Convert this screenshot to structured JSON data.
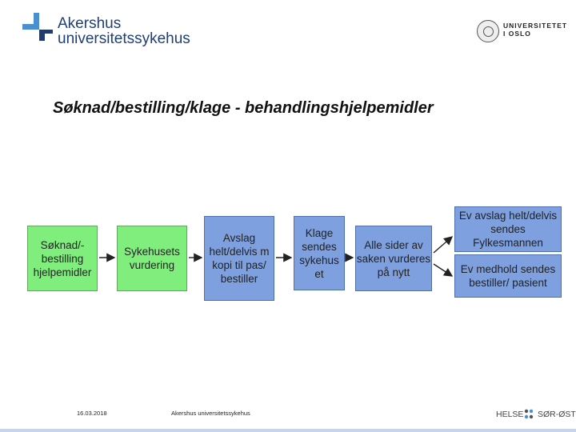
{
  "header": {
    "logo_line1": "Akershus",
    "logo_line2": "universitetssykehus",
    "uio_line1": "UNIVERSITETET",
    "uio_line2": "I OSLO"
  },
  "slide": {
    "title": "Søknad/bestilling/klage - behandlingshjelpemidler"
  },
  "flow": {
    "step1": "Søknad/-bestilling hjelpemidler",
    "step2": "Sykehusets vurdering",
    "step3": "Avslag helt/delvis m kopi til pas/ bestiller",
    "step4": "Klage sendes sykehus et",
    "step5": "Alle sider av saken vurderes på nytt",
    "step6a": "Ev avslag helt/delvis sendes Fylkesmannen",
    "step6b": "Ev medhold sendes bestiller/ pasient"
  },
  "footer": {
    "date": "16.03.2018",
    "org": "Akershus universitetssykehus",
    "helse_left": "HELSE",
    "helse_right": "SØR-ØST"
  },
  "colors": {
    "green": "#7fee7c",
    "blue": "#7ea0df",
    "brand": "#1f3f74"
  }
}
